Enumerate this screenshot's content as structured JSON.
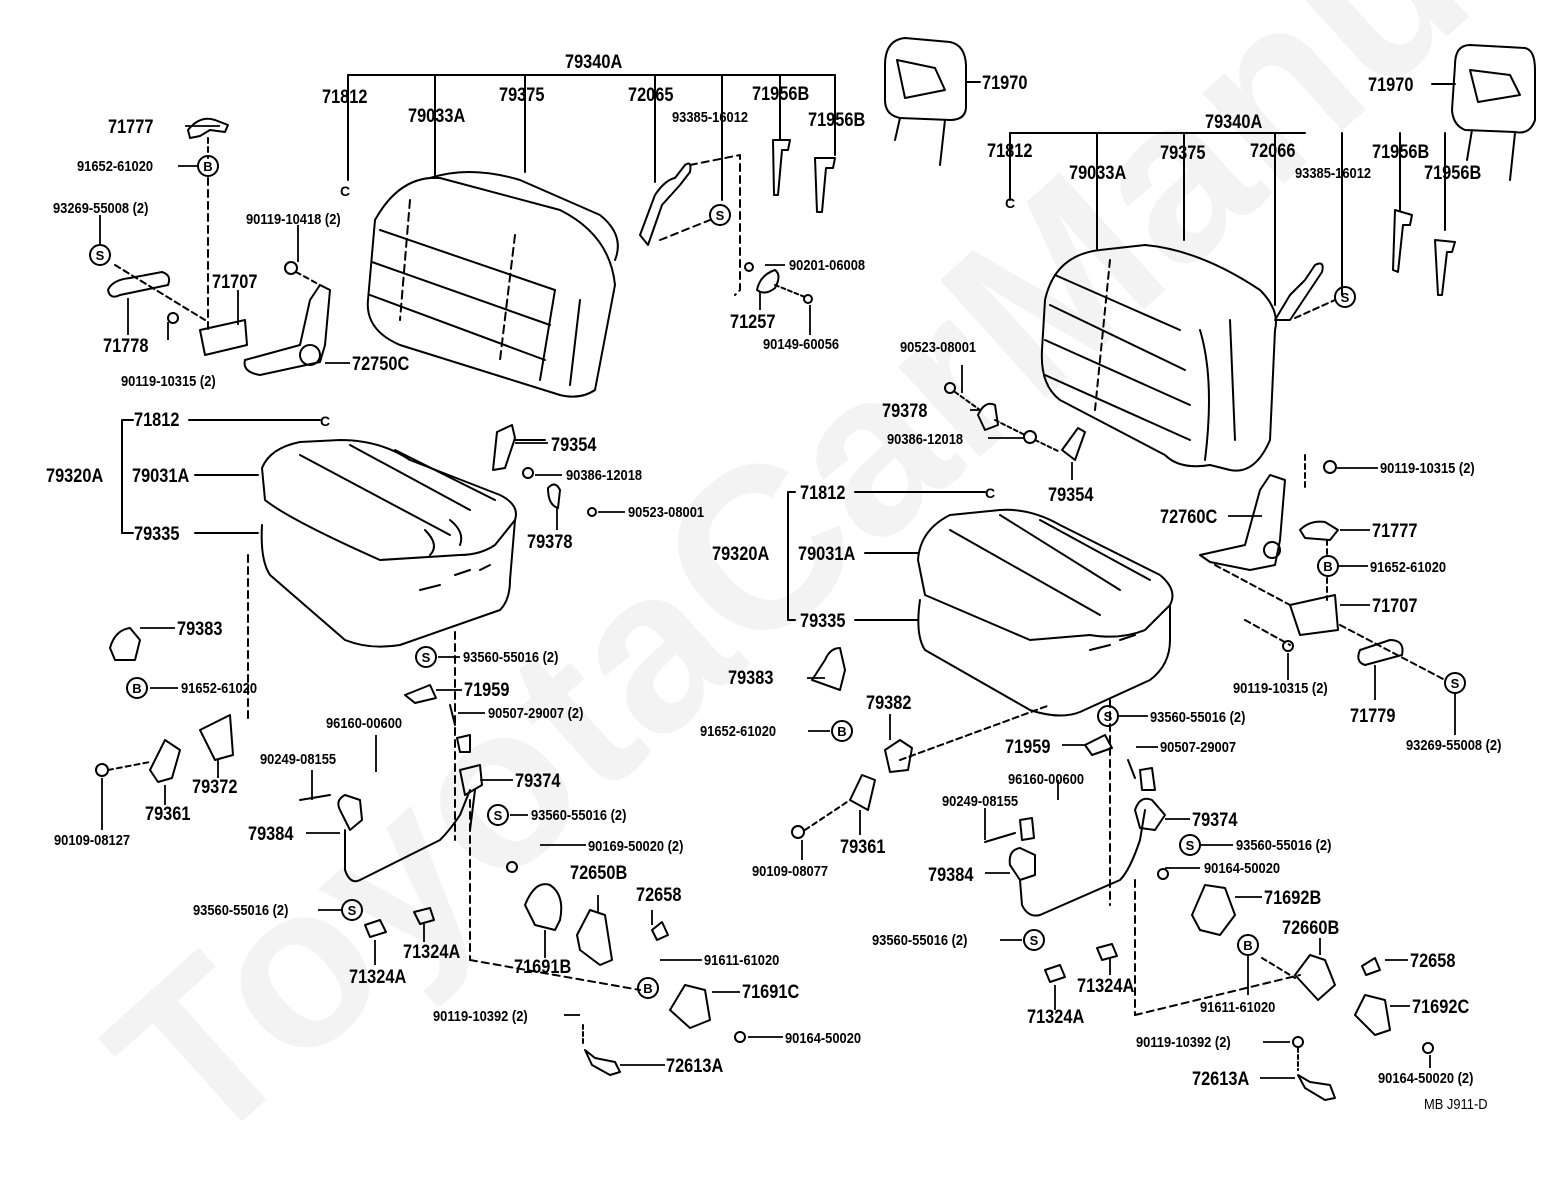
{
  "watermark": "ToyotaCarManual",
  "diagram_code": "MB  J911-D",
  "left_seat": {
    "headrest_group": "79340A",
    "back_parts": [
      "71812",
      "79033A",
      "79375",
      "72065",
      "93385-16012",
      "71956B",
      "71956B"
    ],
    "side_labels": {
      "a": "71777",
      "b": "91652-61020",
      "c": "93269-55008 (2)",
      "d": "90119-10418 (2)",
      "e": "71707",
      "f": "71778",
      "g": "90119-10315 (2)",
      "h": "72750C",
      "i": "90201-06008",
      "j": "71257",
      "k": "90149-60056"
    },
    "cushion_group": "79320A",
    "cushion_parts": [
      "71812",
      "79031A",
      "79335"
    ],
    "mid_labels": {
      "a": "79354",
      "b": "90386-12018",
      "c": "79378",
      "d": "90523-08001",
      "e": "79383",
      "f": "91652-61020",
      "g": "93560-55016 (2)",
      "h": "71959",
      "i": "90507-29007 (2)",
      "j": "96160-00600",
      "k": "90249-08155",
      "l": "79374",
      "m": "93560-55016 (2)",
      "n": "79372",
      "o": "79361",
      "p": "90109-08127",
      "q": "79384"
    },
    "lower_labels": {
      "a": "90169-50020 (2)",
      "b": "72650B",
      "c": "72658",
      "d": "93560-55016 (2)",
      "e": "71324A",
      "f": "71324A",
      "g": "71691B",
      "h": "91611-61020",
      "i": "71691C",
      "j": "90119-10392 (2)",
      "k": "90164-50020",
      "l": "72613A"
    }
  },
  "right_seat": {
    "headrest_left": "71970",
    "headrest_right": "71970",
    "headrest_group": "79340A",
    "back_parts": [
      "71812",
      "79033A",
      "79375",
      "72066",
      "93385-16012",
      "71956B",
      "71956B"
    ],
    "upper_labels": {
      "a": "90523-08001",
      "b": "79378",
      "c": "90386-12018",
      "d": "79354",
      "e": "90119-10315 (2)",
      "f": "72760C",
      "g": "71777",
      "h": "91652-61020",
      "i": "71707",
      "j": "90119-10315 (2)",
      "k": "71779",
      "l": "93269-55008 (2)"
    },
    "cushion_group": "79320A",
    "cushion_parts": [
      "71812",
      "79031A",
      "79335"
    ],
    "mid_labels": {
      "a": "79383",
      "b": "79382",
      "c": "91652-61020",
      "d": "93560-55016 (2)",
      "e": "71959",
      "f": "90507-29007",
      "g": "96160-00600",
      "h": "90249-08155",
      "i": "79374",
      "j": "93560-55016 (2)",
      "k": "79361",
      "l": "90109-08077",
      "m": "79384",
      "n": "90164-50020",
      "o": "71692B"
    },
    "lower_labels": {
      "a": "93560-55016 (2)",
      "b": "71324A",
      "c": "71324A",
      "d": "72660B",
      "e": "72658",
      "f": "91611-61020",
      "g": "71692C",
      "h": "90119-10392 (2)",
      "i": "72613A",
      "j": "90164-50020 (2)"
    }
  },
  "symbols": {
    "s": "S",
    "b": "B",
    "c": "C"
  }
}
